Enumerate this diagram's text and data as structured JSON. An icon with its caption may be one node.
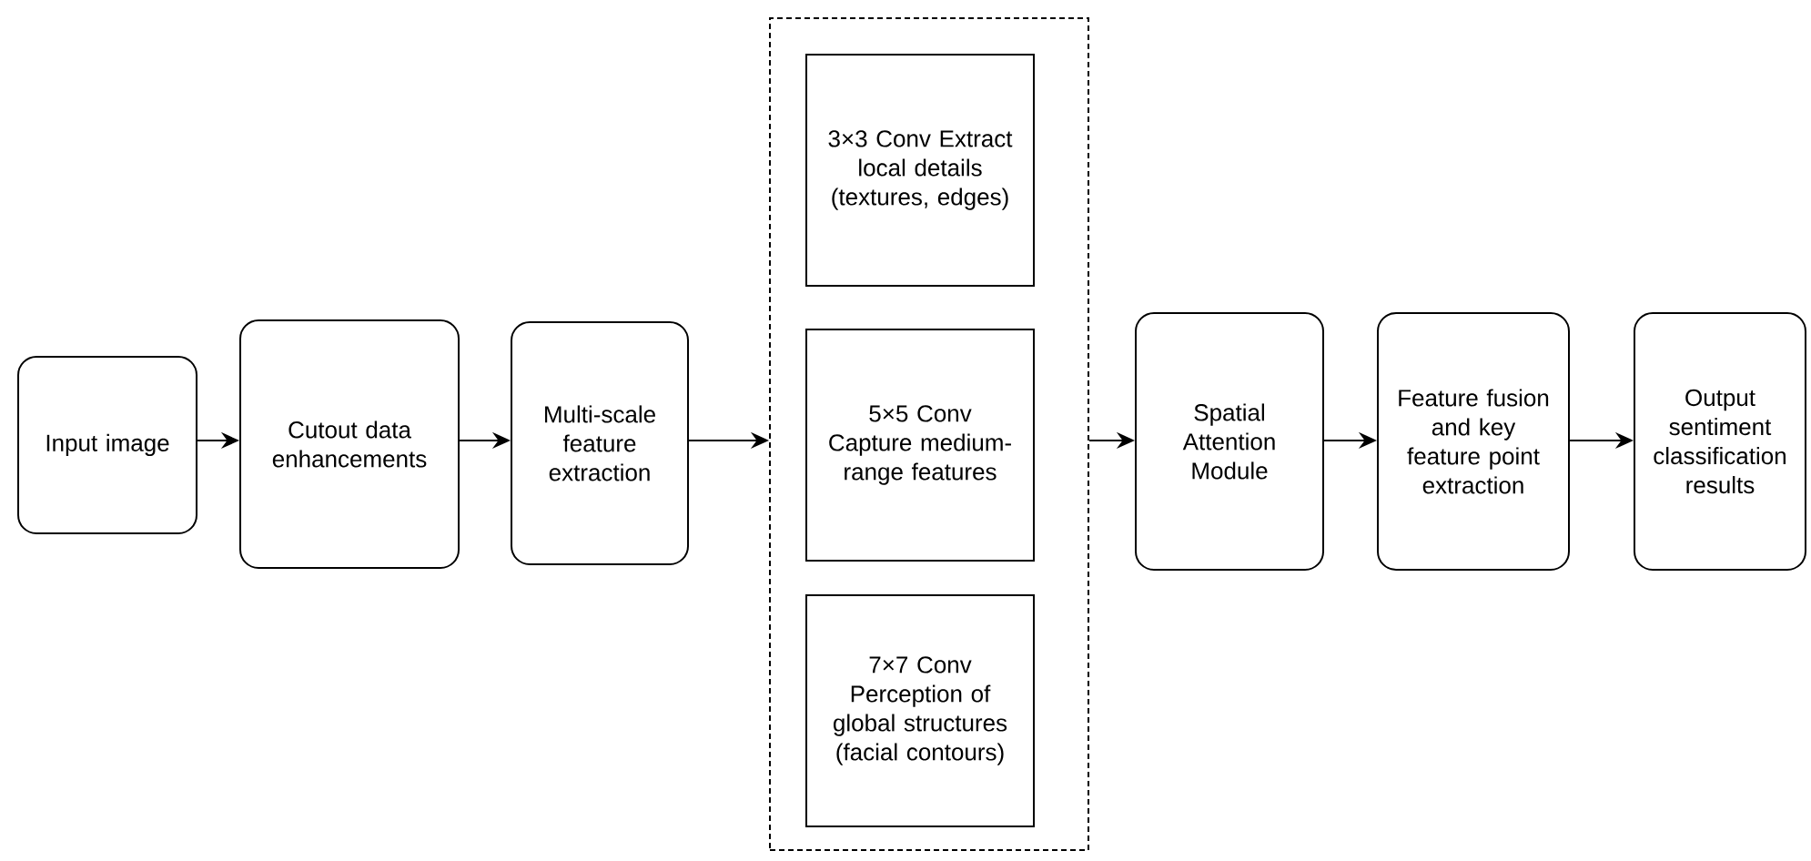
{
  "diagram": {
    "nodes": [
      {
        "text": [
          "Input image"
        ]
      },
      {
        "text": [
          "Cutout data enhancements"
        ]
      },
      {
        "text": [
          "Multi-scale feature extraction"
        ]
      },
      {
        "text": [],
        "shape": "box"
      },
      {
        "text": [
          "3×3 Conv Extract local details (textures, edges)"
        ],
        "in": 3
      },
      {
        "text": [
          "5×5 Conv Capture medium-range features"
        ],
        "in": 3
      },
      {
        "text": [
          "7×7 Conv Perception of global structures (facial contours)"
        ],
        "in": 3
      },
      {
        "text": [
          "Spatial Attention Module"
        ]
      },
      {
        "text": [
          "Feature fusion and key feature point extraction"
        ]
      },
      {
        "text": [
          "Output sentiment classification results"
        ]
      }
    ],
    "edges": [
      {
        "from": 0,
        "to": 1,
        "arrow": "to"
      },
      {
        "from": 1,
        "to": 2,
        "arrow": "to"
      },
      {
        "from": 2,
        "to": 3,
        "arrow": "to"
      },
      {
        "from": 3,
        "to": 7,
        "arrow": "to"
      },
      {
        "from": 7,
        "to": 8,
        "arrow": "to"
      },
      {
        "from": 8,
        "to": 9,
        "arrow": "to"
      }
    ]
  }
}
